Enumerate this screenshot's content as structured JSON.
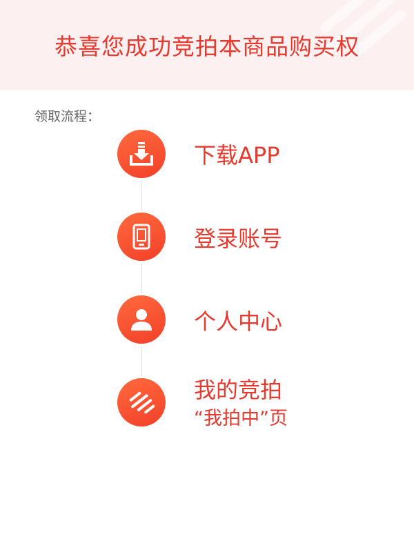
{
  "header": {
    "title": "恭喜您成功竞拍本商品购买权"
  },
  "flow": {
    "label": "领取流程：",
    "steps": [
      {
        "label": "下载APP",
        "icon": "download-icon"
      },
      {
        "label": "登录账号",
        "icon": "phone-icon"
      },
      {
        "label": "个人中心",
        "icon": "user-icon"
      },
      {
        "label": "我的竞拍",
        "sublabel": "“我拍中”页",
        "icon": "auction-hammer-icon"
      }
    ]
  },
  "colors": {
    "accent": "#e8392f",
    "icon_gradient_start": "#ff6a3d",
    "icon_gradient_end": "#f2402a",
    "header_bg": "#fdf0f0",
    "label_gray": "#666666"
  }
}
